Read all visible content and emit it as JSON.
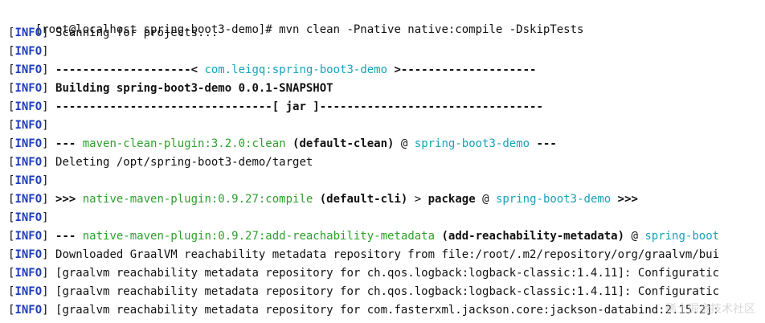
{
  "prompt": "[root@localhost spring-boot3-demo]# mvn clean -Pnative native:compile -DskipTests",
  "watermark": "稀土掘金技术社区",
  "lines": [
    [
      {
        "t": "Scanning for projects...",
        "c": ""
      }
    ],
    [],
    [
      {
        "t": "--------------------< ",
        "c": "bold"
      },
      {
        "t": "com.leigq:spring-boot3-demo",
        "c": "cyan"
      },
      {
        "t": " >--------------------",
        "c": "bold"
      }
    ],
    [
      {
        "t": "Building spring-boot3-demo 0.0.1-SNAPSHOT",
        "c": "bold"
      }
    ],
    [
      {
        "t": "--------------------------------[ jar ]---------------------------------",
        "c": "bold"
      }
    ],
    [],
    [
      {
        "t": "--- ",
        "c": "bold"
      },
      {
        "t": "maven-clean-plugin:3.2.0:clean",
        "c": "green"
      },
      {
        "t": " (default-clean)",
        "c": "bold"
      },
      {
        "t": " @ ",
        "c": ""
      },
      {
        "t": "spring-boot3-demo",
        "c": "cyan"
      },
      {
        "t": " ---",
        "c": "bold"
      }
    ],
    [
      {
        "t": "Deleting /opt/spring-boot3-demo/target",
        "c": ""
      }
    ],
    [],
    [
      {
        "t": ">>> ",
        "c": "bold"
      },
      {
        "t": "native-maven-plugin:0.9.27:compile",
        "c": "green"
      },
      {
        "t": " (default-cli)",
        "c": "bold"
      },
      {
        "t": " > ",
        "c": ""
      },
      {
        "t": "package",
        "c": "bold"
      },
      {
        "t": " @ ",
        "c": ""
      },
      {
        "t": "spring-boot3-demo",
        "c": "cyan"
      },
      {
        "t": " >>>",
        "c": "bold"
      }
    ],
    [],
    [
      {
        "t": "--- ",
        "c": "bold"
      },
      {
        "t": "native-maven-plugin:0.9.27:add-reachability-metadata",
        "c": "green"
      },
      {
        "t": " (add-reachability-metadata)",
        "c": "bold"
      },
      {
        "t": " @ ",
        "c": ""
      },
      {
        "t": "spring-boot",
        "c": "cyan"
      }
    ],
    [
      {
        "t": "Downloaded GraalVM reachability metadata repository from file:/root/.m2/repository/org/graalvm/bui",
        "c": ""
      }
    ],
    [
      {
        "t": "[graalvm reachability metadata repository for ch.qos.logback:logback-classic:1.4.11]: Configuratic",
        "c": ""
      }
    ],
    [
      {
        "t": "[graalvm reachability metadata repository for ch.qos.logback:logback-classic:1.4.11]: Configuratic",
        "c": ""
      }
    ],
    [
      {
        "t": "[graalvm reachability metadata repository for com.fasterxml.jackson.core:jackson-databind:2.15.2]:",
        "c": ""
      }
    ]
  ]
}
